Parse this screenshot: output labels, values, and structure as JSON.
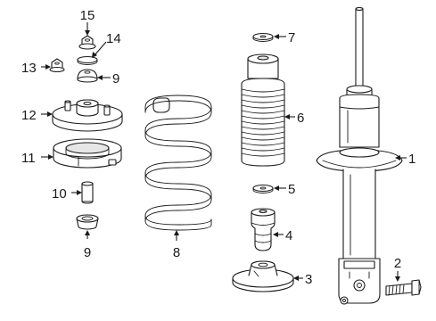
{
  "callouts": {
    "c1": "1",
    "c2": "2",
    "c3": "3",
    "c4": "4",
    "c5": "5",
    "c6": "6",
    "c7": "7",
    "c8": "8",
    "c9a": "9",
    "c9b": "9",
    "c10": "10",
    "c11": "11",
    "c12": "12",
    "c13": "13",
    "c14": "14",
    "c15": "15"
  },
  "colors": {
    "line": "#1a1a1a",
    "fill": "#ffffff",
    "shade": "#e6e6e6"
  }
}
